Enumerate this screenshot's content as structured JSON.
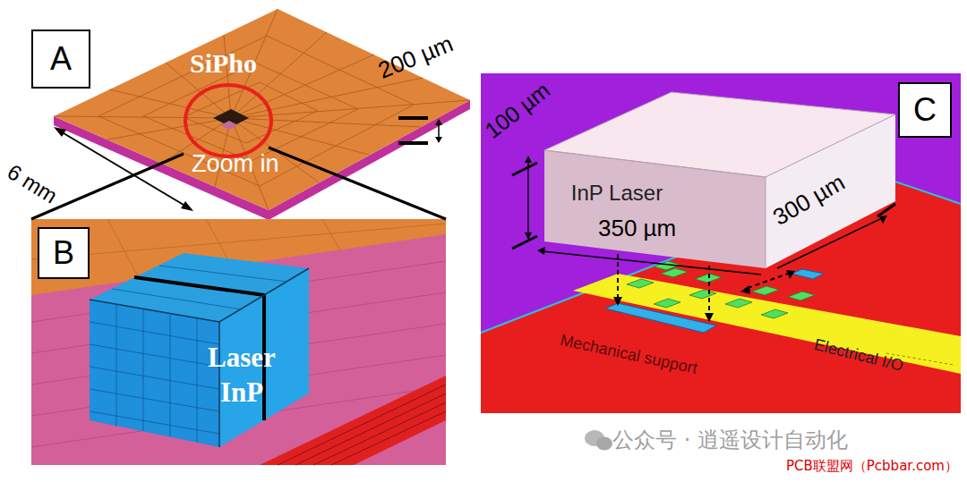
{
  "diagram": {
    "nodes": [
      {
        "text": [
          "A"
        ]
      },
      {
        "text": [
          "B"
        ]
      },
      {
        "text": [
          "Laser InP"
        ]
      },
      {
        "text": [
          "C"
        ]
      },
      {
        "text": [
          "InP Laser"
        ]
      }
    ],
    "labels": [
      "SiPho",
      "Zoom in",
      "6 mm",
      "200 µm",
      "100 µm",
      "350 µm",
      "300 µm",
      "Mechanical support",
      "Electrical I/O",
      "公众号 · 逍遥设计自动化",
      "PCB联盟网（Pcbbar.com）"
    ]
  }
}
